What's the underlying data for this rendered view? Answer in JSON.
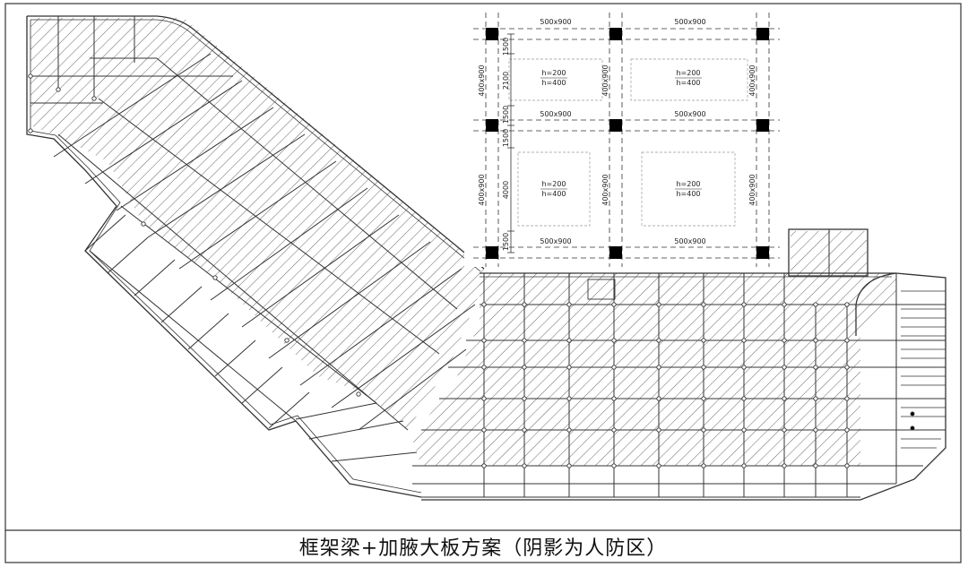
{
  "caption": "框架梁+加腋大板方案（阴影为人防区）",
  "detail": {
    "beam_top_1": "500x900",
    "beam_top_2": "500x900",
    "beam_mid_1": "500x900",
    "beam_mid_2": "500x900",
    "beam_bot_1": "500x900",
    "beam_bot_2": "500x900",
    "col_beam_left_1": "400x900",
    "col_beam_left_2": "400x900",
    "col_beam_mid_1": "400x900",
    "col_beam_mid_2": "400x900",
    "col_beam_right_1": "400x900",
    "col_beam_right_2": "400x900",
    "dim_1": "1500",
    "dim_2": "2100",
    "dim_3": "1500",
    "dim_4": "1500",
    "dim_5": "4000",
    "dim_6": "1500",
    "slab_1_h1": "h=200",
    "slab_1_h2": "h=400",
    "slab_2_h1": "h=200",
    "slab_2_h2": "h=400",
    "slab_3_h1": "h=200",
    "slab_3_h2": "h=400",
    "slab_4_h1": "h=200",
    "slab_4_h2": "h=400"
  },
  "colors": {
    "line": "#333333",
    "hatch": "#555555",
    "column": "#000000"
  }
}
